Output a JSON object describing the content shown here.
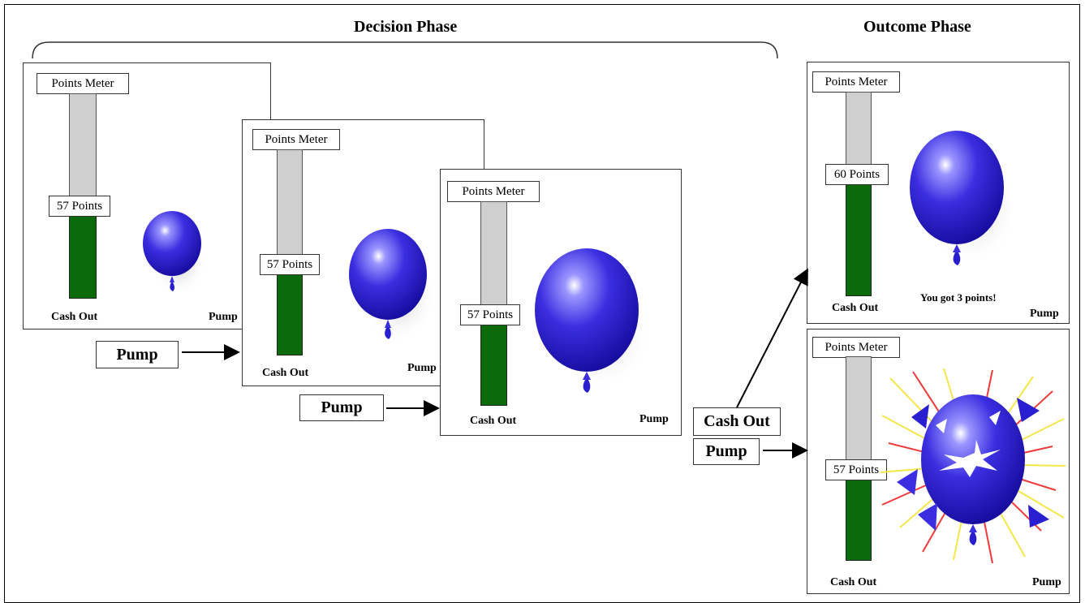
{
  "headings": {
    "decision_phase": "Decision Phase",
    "outcome_phase": "Outcome Phase"
  },
  "panel_text": {
    "points_meter": "Points Meter",
    "cash_out": "Cash Out",
    "pump": "Pump"
  },
  "panels": [
    {
      "points": "57 Points",
      "balloon": "small"
    },
    {
      "points": "57 Points",
      "balloon": "medium"
    },
    {
      "points": "57 Points",
      "balloon": "large"
    },
    {
      "points": "60 Points",
      "balloon": "large",
      "message": "You got 3 points!"
    },
    {
      "points": "57 Points",
      "balloon": "popped"
    }
  ],
  "actions": {
    "pump": "Pump",
    "cash_out": "Cash Out"
  },
  "colors": {
    "balloon": "#2a1fd0",
    "meter_fill": "#0b6b0b",
    "meter_track": "#cfcfcf",
    "burst_red": "#f03a3a",
    "burst_yellow": "#f5e64a"
  }
}
